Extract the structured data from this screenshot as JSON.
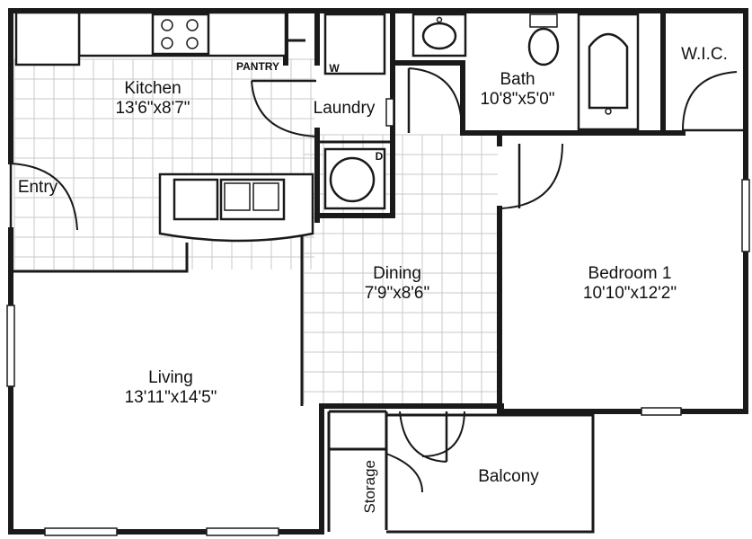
{
  "rooms": {
    "kitchen": {
      "name": "Kitchen",
      "dimensions": "13'6\"x8'7\""
    },
    "laundry": {
      "name": "Laundry"
    },
    "bath": {
      "name": "Bath",
      "dimensions": "10'8\"x5'0\""
    },
    "wic": {
      "name": "W.I.C."
    },
    "entry": {
      "name": "Entry"
    },
    "dining": {
      "name": "Dining",
      "dimensions": "7'9\"x8'6\""
    },
    "bedroom": {
      "name": "Bedroom 1",
      "dimensions": "10'10\"x12'2\""
    },
    "living": {
      "name": "Living",
      "dimensions": "13'11\"x14'5\""
    },
    "balcony": {
      "name": "Balcony"
    },
    "storage": {
      "name": "Storage"
    }
  },
  "labels": {
    "pantry": "PANTRY",
    "washer": "W",
    "dryer": "D"
  }
}
